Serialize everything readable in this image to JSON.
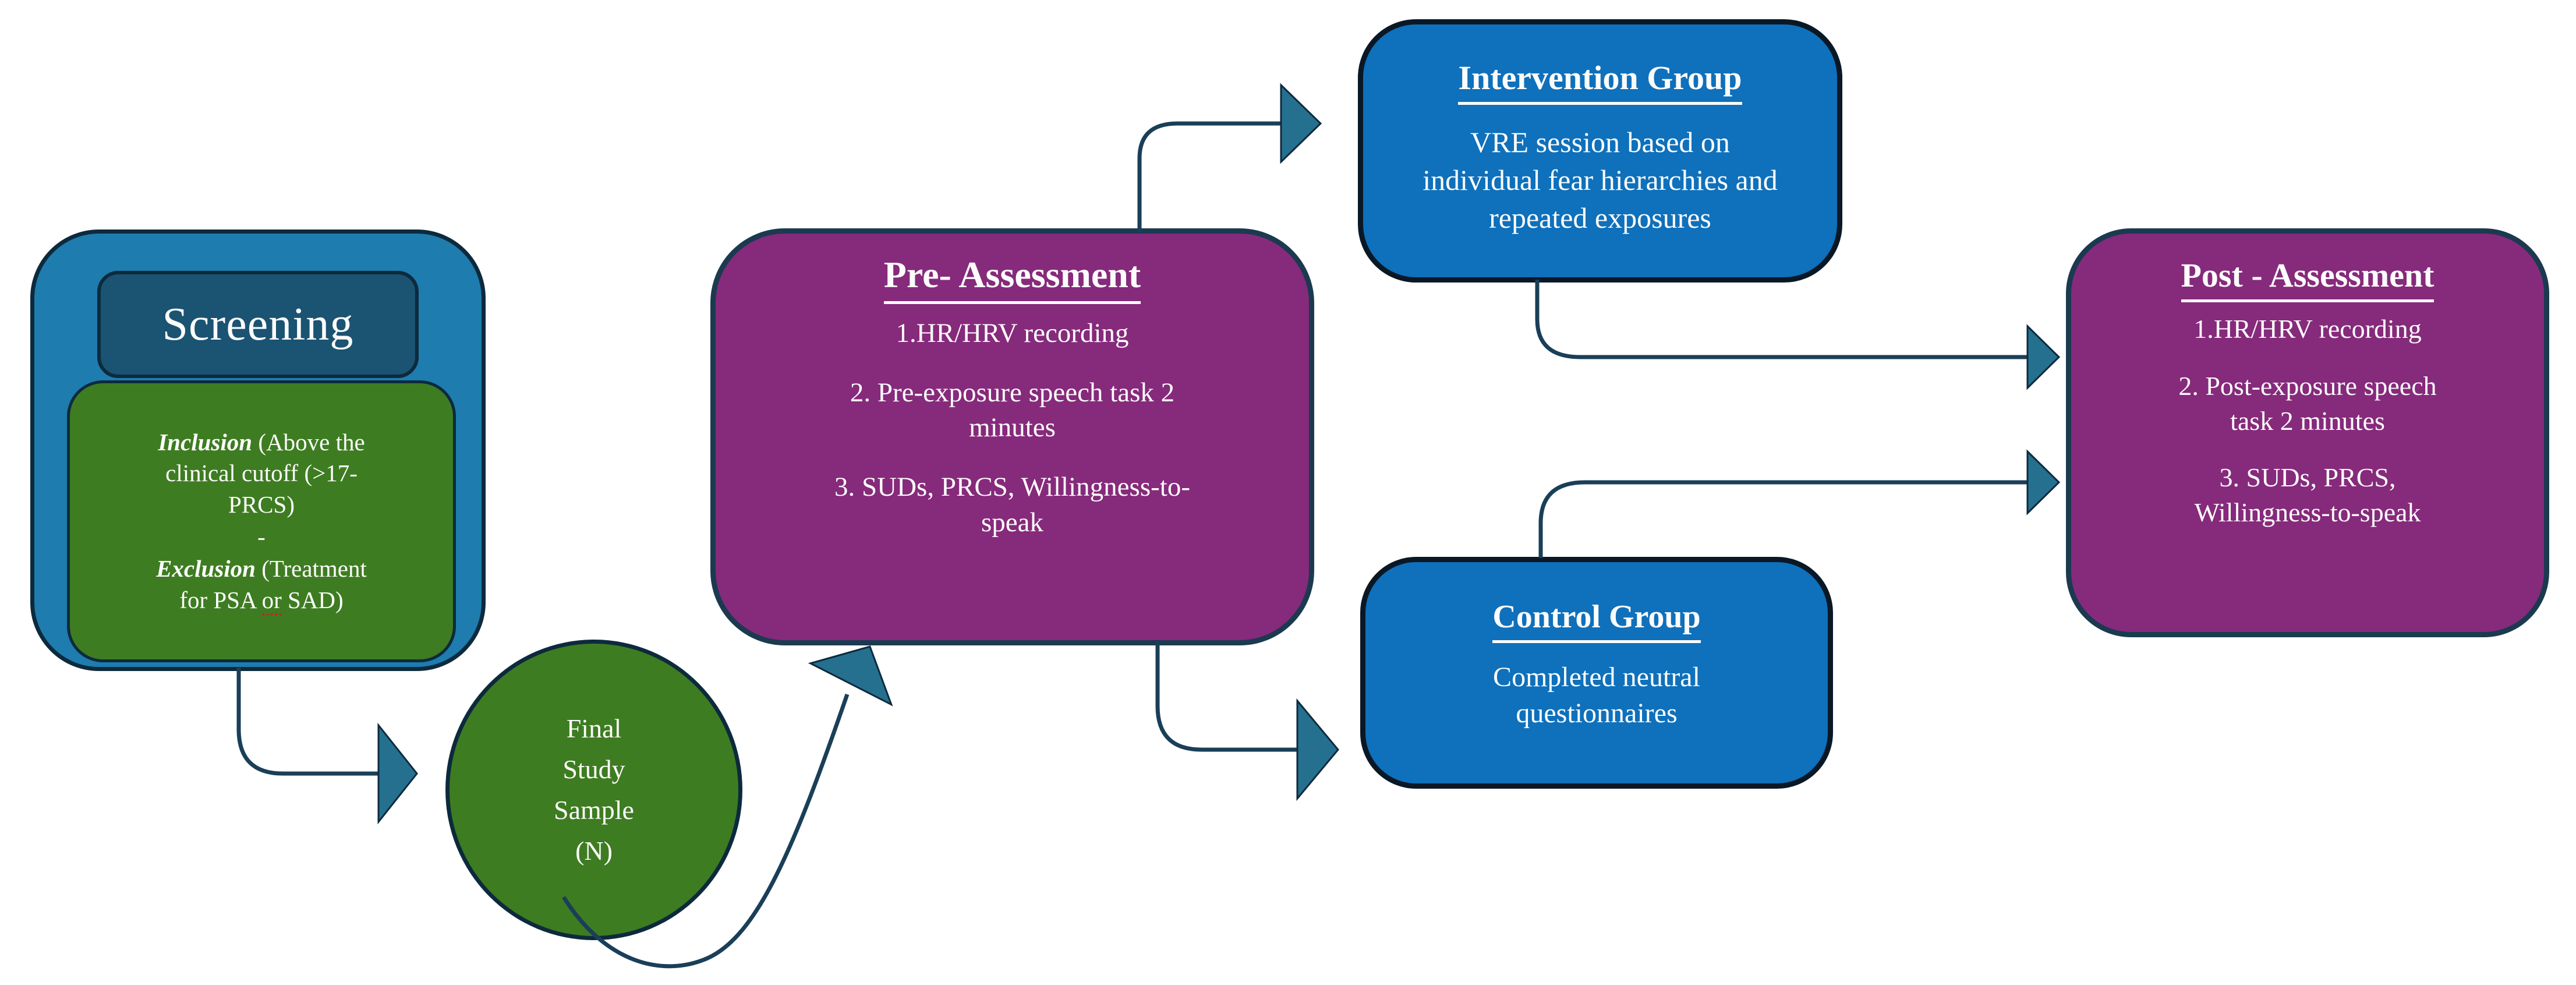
{
  "colors": {
    "screening_fill": "#1E7CAE",
    "screening_title_fill": "#1B5372",
    "criteria_fill": "#3E7C21",
    "circle_fill": "#3E7C21",
    "assessment_fill": "#862A7B",
    "group_fill": "#0F70BB",
    "connector_line": "#1A3F58",
    "arrowhead_fill": "#25708F",
    "outline_dark": "#0D2A3D",
    "text": "#FCFCFC"
  },
  "screening": {
    "title": "Screening"
  },
  "criteria": {
    "inclusion_label": "Inclusion",
    "inclusion_text": " (Above the clinical cutoff (>17-PRCS)",
    "separator": "-",
    "exclusion_label": "Exclusion",
    "exclusion_text_before_or": " (Treatment for PSA ",
    "or_word": "or",
    "exclusion_text_after_or": " SAD)"
  },
  "final_sample": {
    "lines": [
      "Final",
      "Study",
      "Sample",
      "(N)"
    ]
  },
  "pre_assessment": {
    "title": "Pre- Assessment",
    "items": [
      "1.HR/HRV recording",
      "2. Pre-exposure speech task 2 minutes",
      "3. SUDs, PRCS, Willingness-to-speak"
    ]
  },
  "intervention_group": {
    "title": "Intervention Group",
    "body": "VRE session based on individual fear hierarchies and repeated exposures"
  },
  "control_group": {
    "title": "Control Group",
    "body": "Completed neutral questionnaires"
  },
  "post_assessment": {
    "title": "Post - Assessment",
    "items": [
      "1.HR/HRV recording",
      "2. Post-exposure speech task 2 minutes",
      "3. SUDs, PRCS, Willingness-to-speak"
    ]
  }
}
